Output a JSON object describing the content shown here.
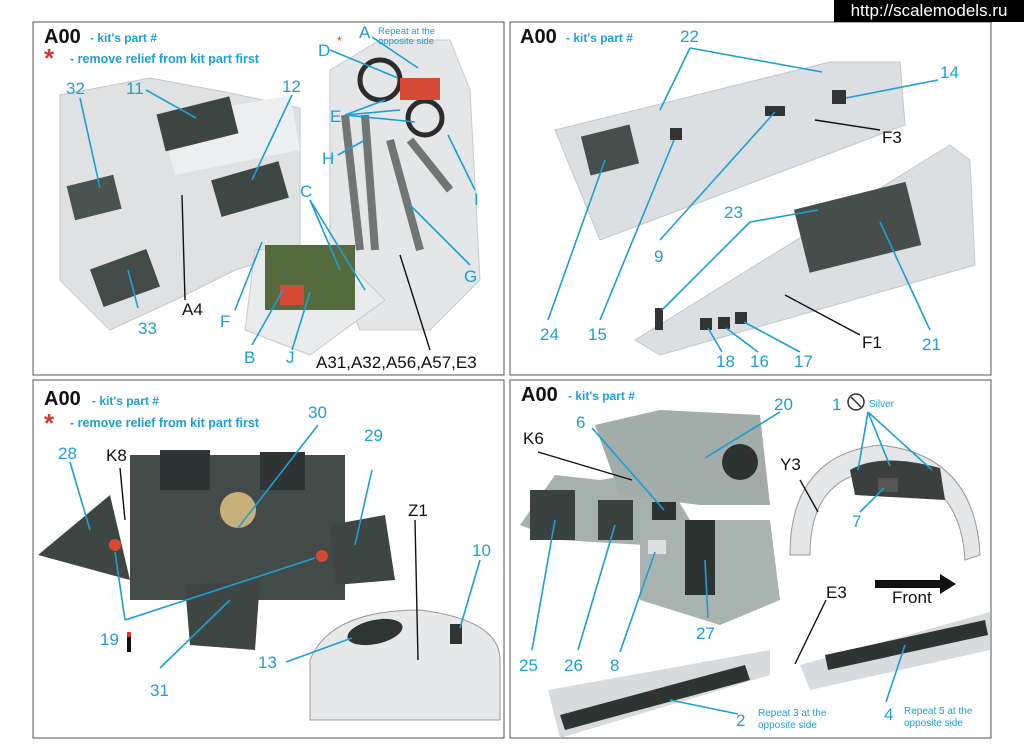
{
  "watermark": "http://scalemodels.ru",
  "colors": {
    "callout": "#1d9fd2",
    "callout_dark": "#111111",
    "red": "#d63a2e",
    "panel": "#e9eaec",
    "part": "#d7dadd",
    "dark": "#2b2b2b",
    "face": "#5b6462"
  },
  "panels": {
    "tl": {
      "part_code": "A00",
      "kit_label": "- kit's part #",
      "relief_note": "- remove relief from kit part first",
      "repeat_note": [
        "Repeat at the",
        "opposite side"
      ],
      "labels": {
        "32": "32",
        "11": "11",
        "12": "12",
        "33": "33",
        "A4": "A4",
        "A": "A",
        "D": "D",
        "E": "E",
        "H": "H",
        "C": "C",
        "I": "I",
        "G": "G",
        "F": "F",
        "B": "B",
        "J": "J",
        "seat": "A31,A32,A56,A57,E3"
      }
    },
    "tr": {
      "part_code": "A00",
      "kit_label": "- kit's part #",
      "labels": {
        "22": "22",
        "14": "14",
        "F3": "F3",
        "9": "9",
        "23": "23",
        "24": "24",
        "15": "15",
        "F1": "F1",
        "18": "18",
        "16": "16",
        "17": "17",
        "21": "21"
      }
    },
    "bl": {
      "part_code": "A00",
      "kit_label": "- kit's part #",
      "relief_note": "- remove relief from kit part first",
      "labels": {
        "28": "28",
        "K8": "K8",
        "30": "30",
        "29": "29",
        "Z1": "Z1",
        "10": "10",
        "19": "19",
        "13": "13",
        "31": "31"
      }
    },
    "br": {
      "part_code": "A00",
      "kit_label": "- kit's part #",
      "silver": "Silver",
      "front": "Front",
      "repeat3": [
        "Repeat 3 at the",
        "opposite side"
      ],
      "repeat5": [
        "Repeat 5 at the",
        "opposite side"
      ],
      "labels": {
        "K6": "K6",
        "6": "6",
        "20": "20",
        "1": "1",
        "Y3": "Y3",
        "7": "7",
        "25": "25",
        "26": "26",
        "8": "8",
        "27": "27",
        "E3": "E3",
        "2": "2",
        "4": "4"
      }
    }
  }
}
